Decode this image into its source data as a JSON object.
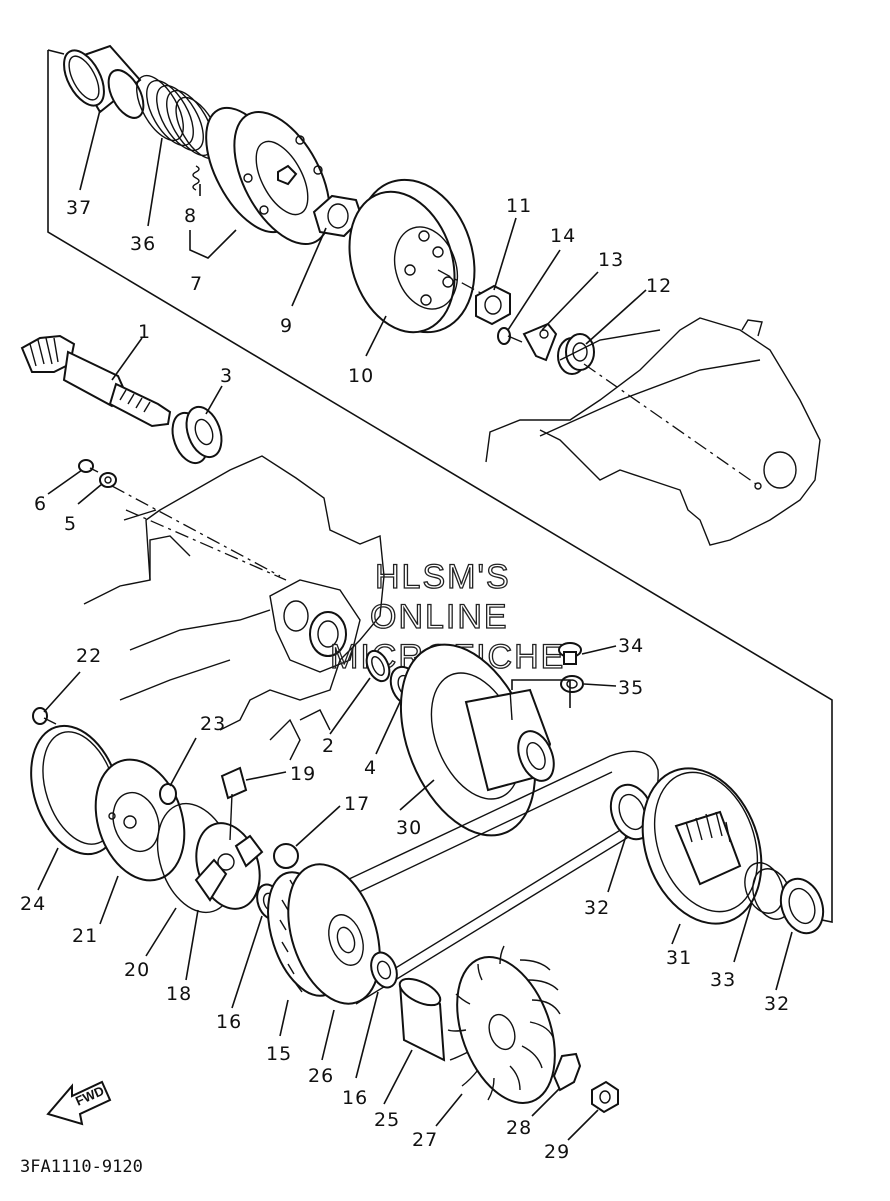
{
  "diagram_code": "3FA1110-9120",
  "watermark": {
    "line1": "HLSM'S",
    "line2": "ONLINE",
    "line3": "MICROFICHE"
  },
  "fwd_label": "FWD",
  "part_labels": [
    {
      "id": "p37",
      "text": "37"
    },
    {
      "id": "p36",
      "text": "36"
    },
    {
      "id": "p8",
      "text": "8"
    },
    {
      "id": "p7",
      "text": "7"
    },
    {
      "id": "p9",
      "text": "9"
    },
    {
      "id": "p10",
      "text": "10"
    },
    {
      "id": "p11",
      "text": "11"
    },
    {
      "id": "p14",
      "text": "14"
    },
    {
      "id": "p13",
      "text": "13"
    },
    {
      "id": "p12",
      "text": "12"
    },
    {
      "id": "p1",
      "text": "1"
    },
    {
      "id": "p3",
      "text": "3"
    },
    {
      "id": "p6",
      "text": "6"
    },
    {
      "id": "p5",
      "text": "5"
    },
    {
      "id": "p22",
      "text": "22"
    },
    {
      "id": "p34",
      "text": "34"
    },
    {
      "id": "p35",
      "text": "35"
    },
    {
      "id": "p23",
      "text": "23"
    },
    {
      "id": "p19",
      "text": "19"
    },
    {
      "id": "p2",
      "text": "2"
    },
    {
      "id": "p4",
      "text": "4"
    },
    {
      "id": "p17",
      "text": "17"
    },
    {
      "id": "p30",
      "text": "30"
    },
    {
      "id": "p24",
      "text": "24"
    },
    {
      "id": "p21",
      "text": "21"
    },
    {
      "id": "p20",
      "text": "20"
    },
    {
      "id": "p18",
      "text": "18"
    },
    {
      "id": "p16a",
      "text": "16"
    },
    {
      "id": "p32a",
      "text": "32"
    },
    {
      "id": "p31",
      "text": "31"
    },
    {
      "id": "p33",
      "text": "33"
    },
    {
      "id": "p32b",
      "text": "32"
    },
    {
      "id": "p15",
      "text": "15"
    },
    {
      "id": "p26",
      "text": "26"
    },
    {
      "id": "p16b",
      "text": "16"
    },
    {
      "id": "p25",
      "text": "25"
    },
    {
      "id": "p27",
      "text": "27"
    },
    {
      "id": "p28",
      "text": "28"
    },
    {
      "id": "p29",
      "text": "29"
    }
  ]
}
